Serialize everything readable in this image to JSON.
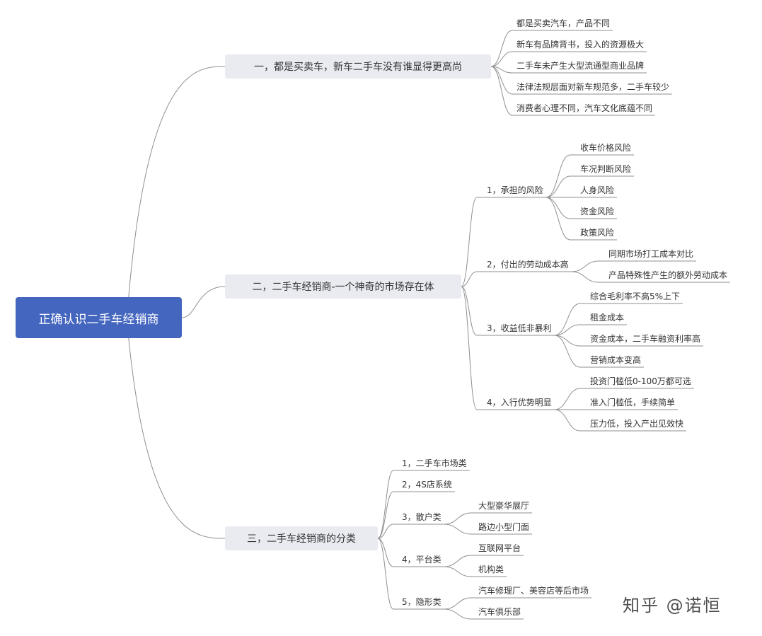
{
  "root": {
    "label": "正确认识二手车经销商"
  },
  "branches": [
    {
      "label": "一，都是买卖车，新车二手车没有谁显得更高尚",
      "children": [
        "都是买卖汽车，产品不同",
        "新车有品牌背书，投入的资源极大",
        "二手车未产生大型流通型商业品牌",
        "法律法规层面对新车规范多，二手车较少",
        "消费者心理不同，汽车文化底蕴不同"
      ]
    },
    {
      "label": "二，二手车经销商-一个神奇的市场存在体",
      "groups": [
        {
          "label": "1，承担的风险",
          "children": [
            "收车价格风险",
            "车况判断风险",
            "人身风险",
            "资金风险",
            "政策风险"
          ]
        },
        {
          "label": "2，付出的劳动成本高",
          "children": [
            "同期市场打工成本对比",
            "产品特殊性产生的额外劳动成本"
          ]
        },
        {
          "label": "3，收益低非暴利",
          "children": [
            "综合毛利率不高5%上下",
            "租金成本",
            "资金成本，二手车融资利率高",
            "营销成本变高"
          ]
        },
        {
          "label": "4，入行优势明显",
          "children": [
            "投资门槛低0-100万都可选",
            "准入门槛低，手续简单",
            "压力低，投入产出见效快"
          ]
        }
      ]
    },
    {
      "label": "三，二手车经销商的分类",
      "groups": [
        {
          "label": "1，二手车市场类",
          "children": []
        },
        {
          "label": "2，4S店系统",
          "children": []
        },
        {
          "label": "3，散户类",
          "children": [
            "大型豪华展厅",
            "路边小型门面"
          ]
        },
        {
          "label": "4，平台类",
          "children": [
            "互联网平台",
            "机构类"
          ]
        },
        {
          "label": "5，隐形类",
          "children": [
            "汽车修理厂、美容店等后市场",
            "汽车俱乐部"
          ]
        }
      ]
    }
  ],
  "watermark": "知乎 @诺恒",
  "colors": {
    "root": "#4466bf",
    "branch_bg": "#e9ebf1",
    "line": "#8f8f8f"
  }
}
